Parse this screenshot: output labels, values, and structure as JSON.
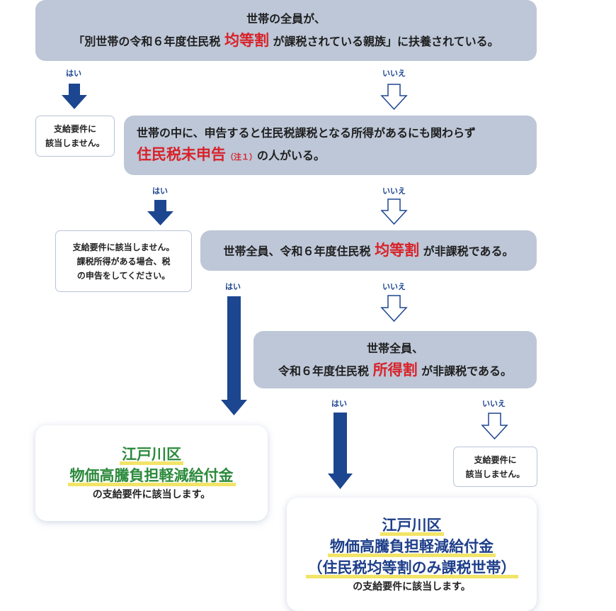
{
  "colors": {
    "question_box": "#bdc7d7",
    "arrow": "#1d4690",
    "emphasis": "#d8232a",
    "result1_text": "#2c8a3c",
    "result2_text": "#1e3f8a",
    "highlight": "#f2e467"
  },
  "labels": {
    "yes": "はい",
    "no": "いいえ"
  },
  "q1": {
    "line1": "世帯の全員が、",
    "line2_pre": "「別世帯の令和６年度住民税 ",
    "line2_em": "均等割",
    "line2_post": " が課税されている親族」に扶養されている。"
  },
  "q2": {
    "line1": "世帯の中に、申告すると住民税課税となる所得があるにも関わらず",
    "line2_em": "住民税未申告",
    "line2_note": "（注１）",
    "line2_post": "の人がいる。"
  },
  "q3": {
    "pre": "世帯全員、令和６年度住民税 ",
    "em": "均等割",
    "post": " が非課税である。"
  },
  "q4": {
    "line1": "世帯全員、",
    "line2_pre": "令和６年度住民税 ",
    "line2_em": "所得割",
    "line2_post": " が非課税である。"
  },
  "not_eligible_1": {
    "line1": "支給要件に",
    "line2": "該当しません。"
  },
  "not_eligible_2": {
    "line1": "支給要件に該当しません。",
    "line2": "課税所得がある場合、税",
    "line3": "の申告をしてください。"
  },
  "not_eligible_3": {
    "line1": "支給要件に",
    "line2": "該当しません。"
  },
  "result1": {
    "line1": "江戸川区",
    "line2": "物価高騰負担軽減給付金",
    "line3": "の支給要件に該当します。"
  },
  "result2": {
    "line1": "江戸川区",
    "line2": "物価高騰負担軽減給付金",
    "line3": "（住民税均等割のみ課税世帯）",
    "line4": "の支給要件に該当します。"
  }
}
